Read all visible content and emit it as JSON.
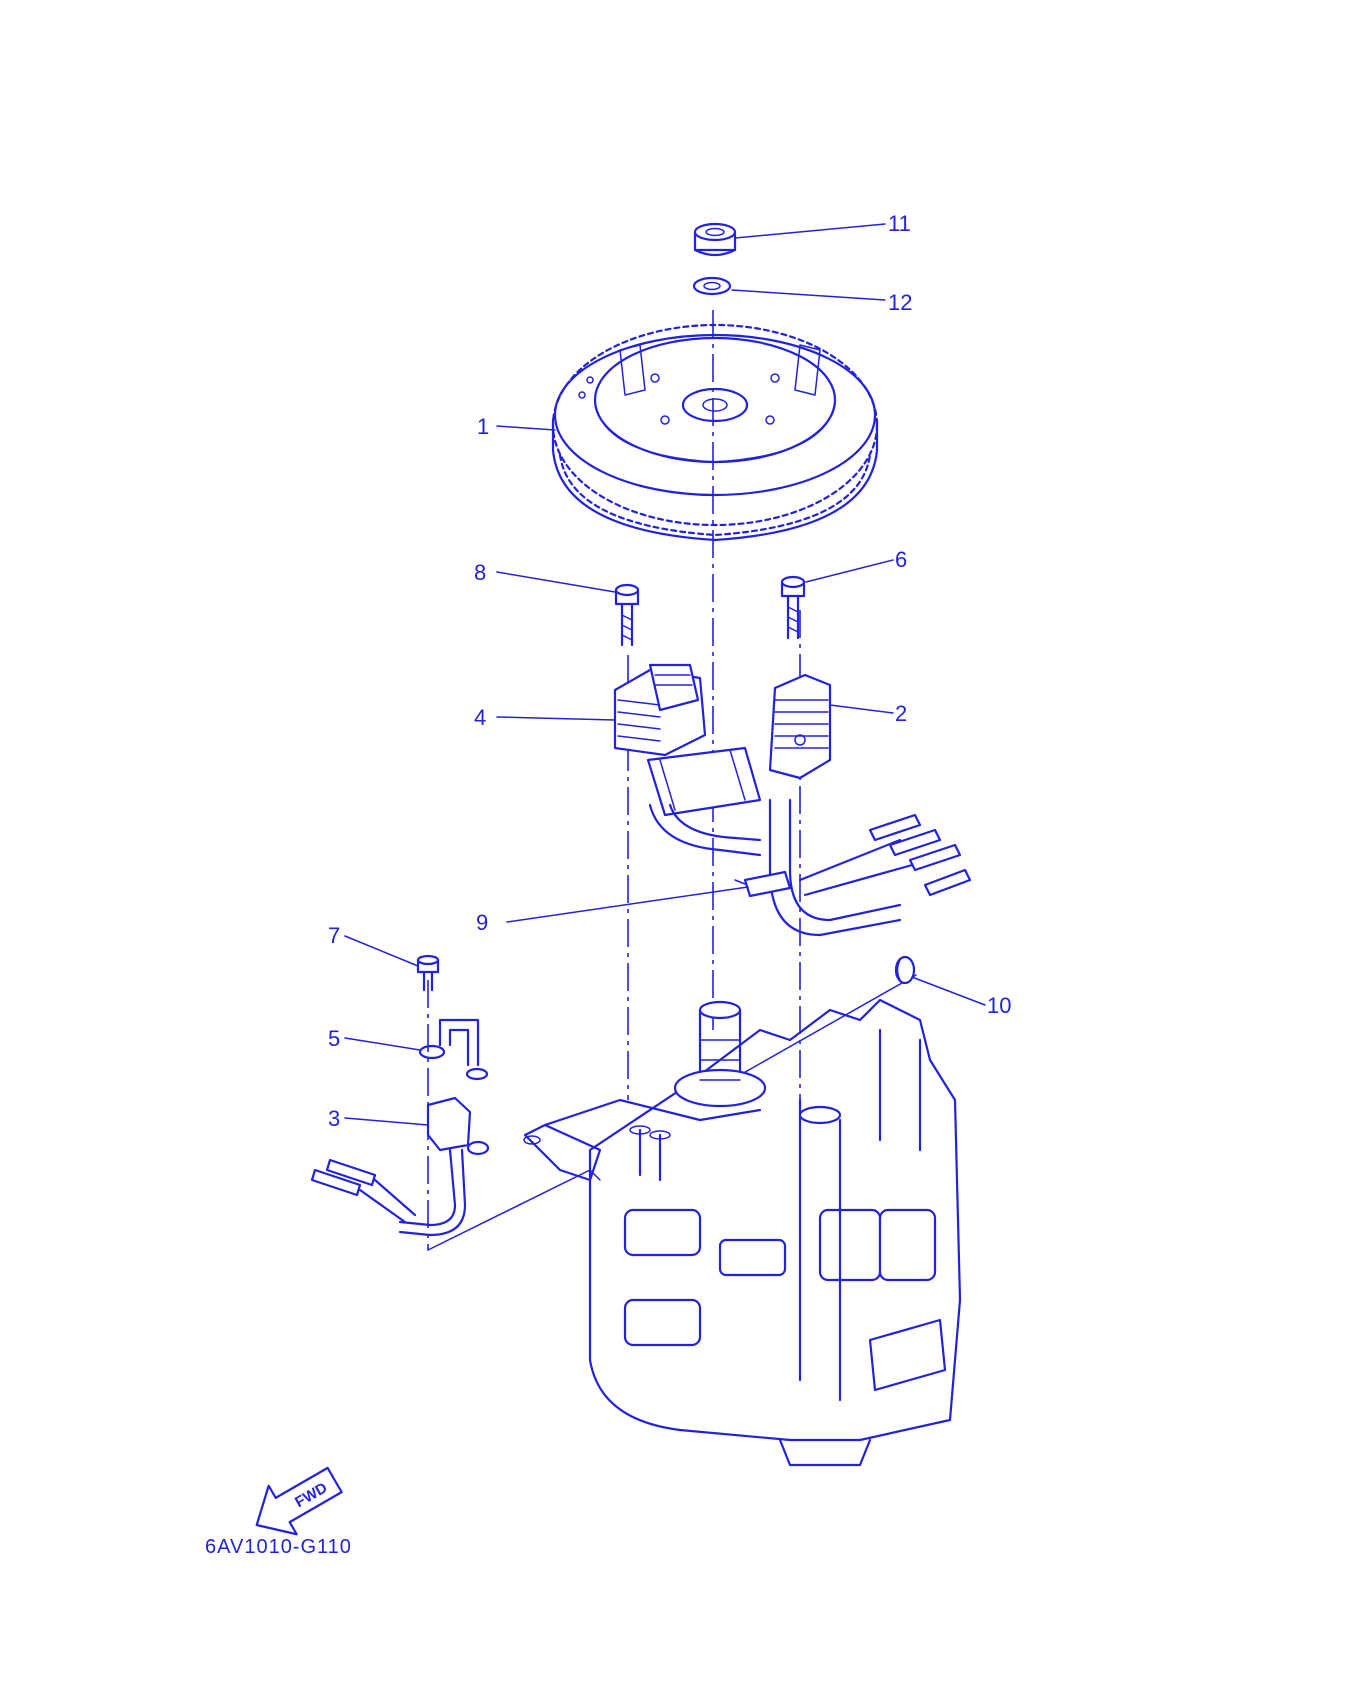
{
  "diagram": {
    "drawing_code": "6AV1010-G110",
    "direction_marker": "FWD",
    "callouts": [
      "1",
      "2",
      "3",
      "4",
      "5",
      "6",
      "7",
      "8",
      "9",
      "10",
      "11",
      "12"
    ],
    "line_color": "#2222dd",
    "background_color": "#ffffff"
  }
}
